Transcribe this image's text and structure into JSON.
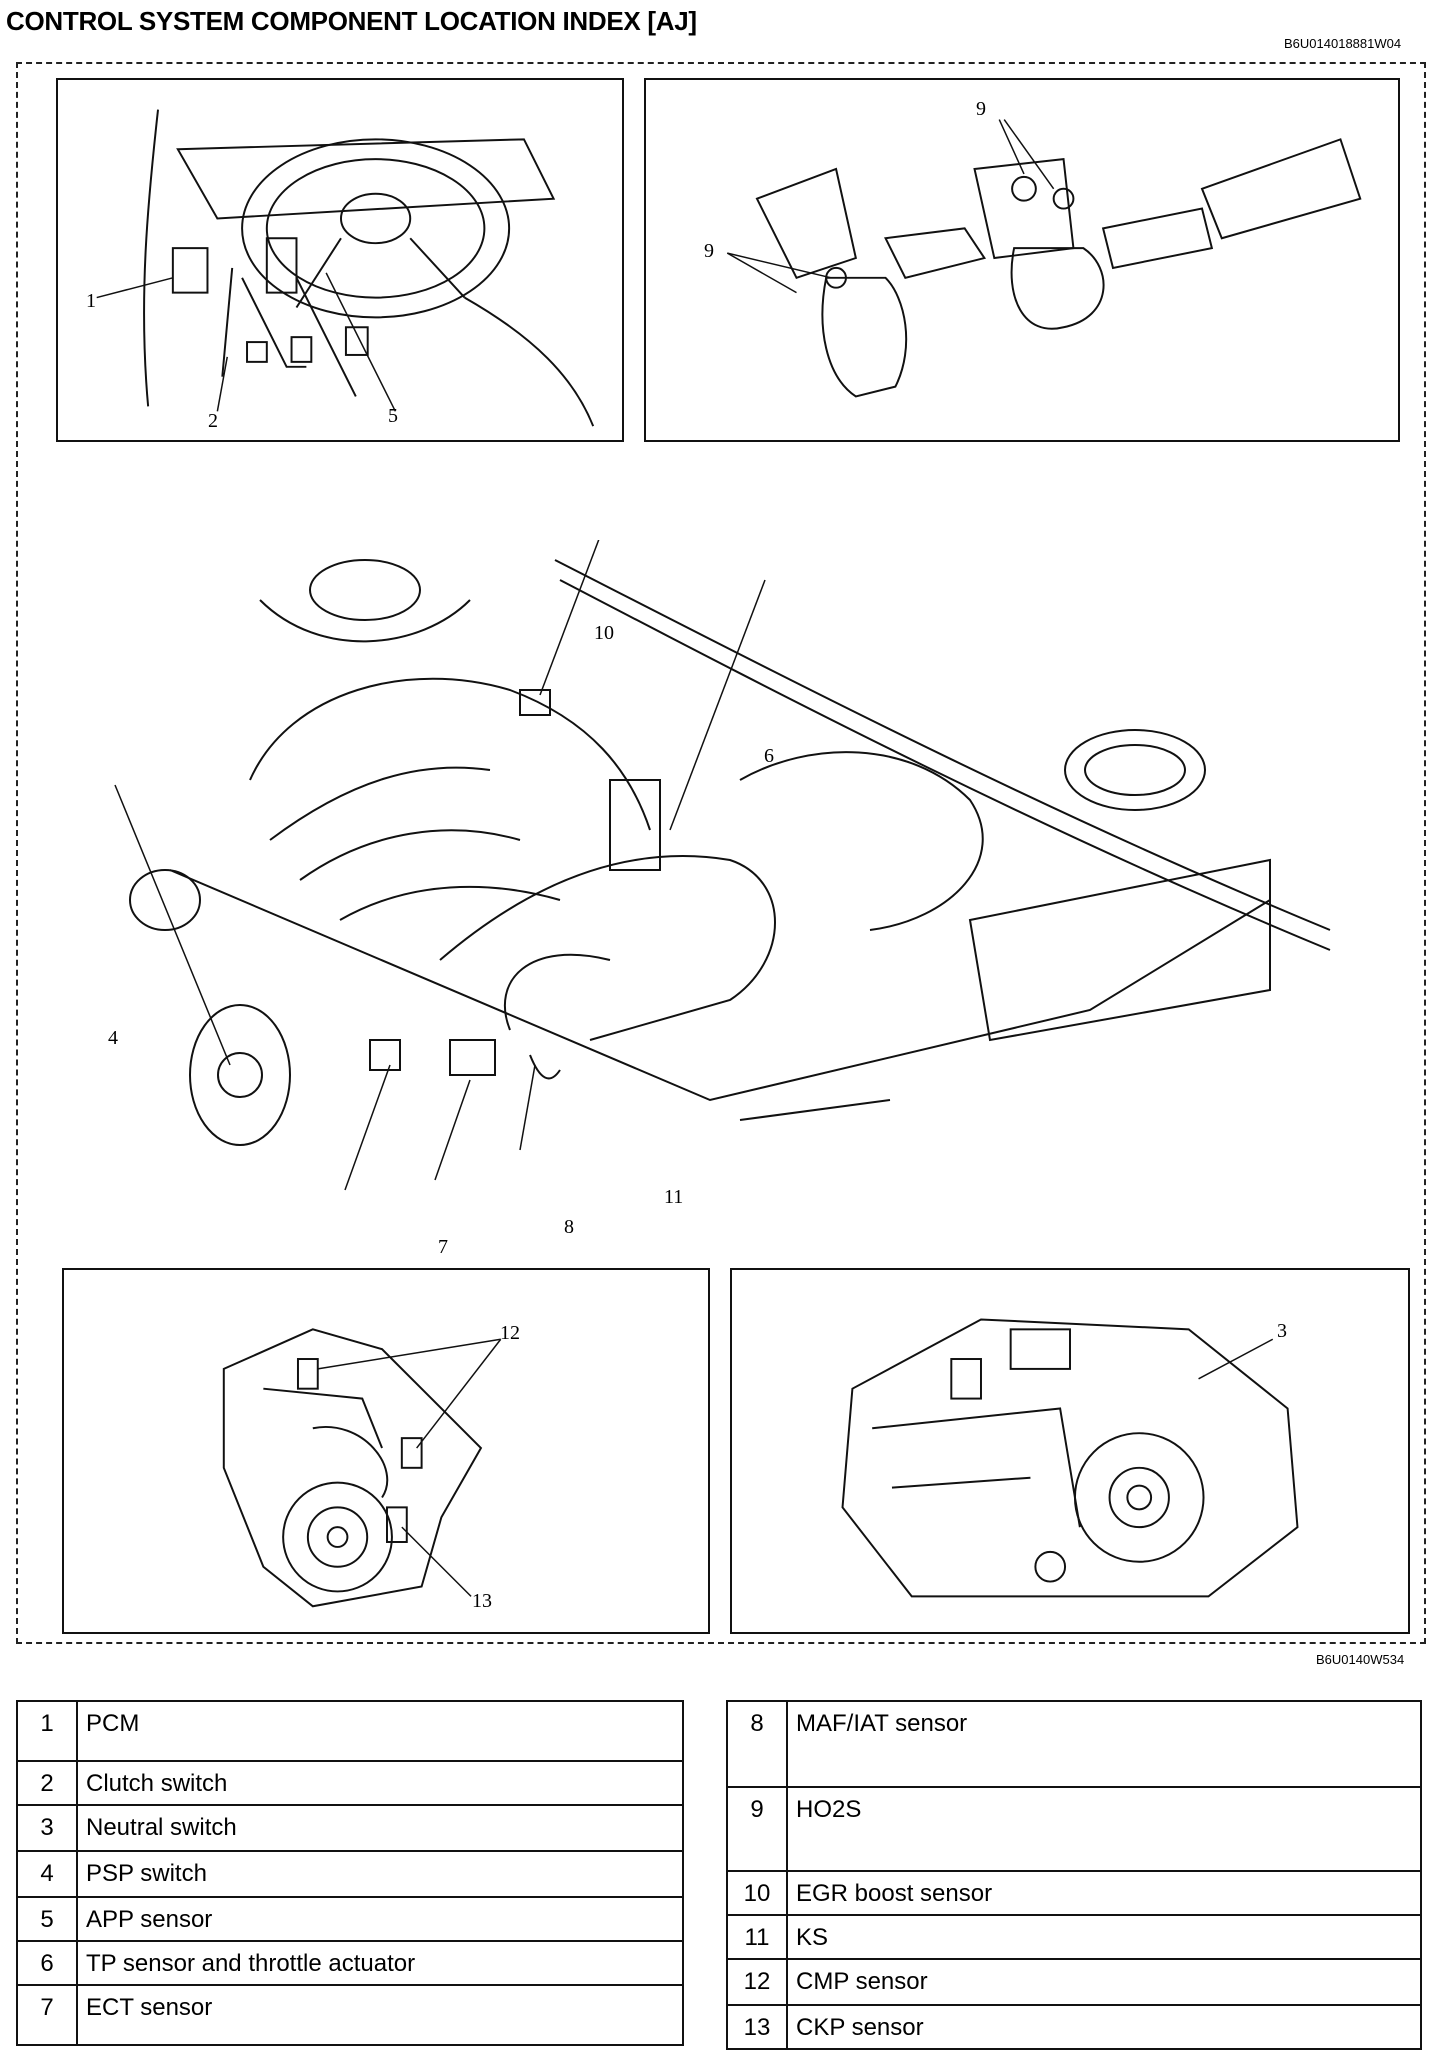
{
  "header": {
    "title": "CONTROL SYSTEM COMPONENT LOCATION INDEX [AJ]",
    "doc_code": "B6U014018881W04"
  },
  "figure": {
    "figure_code": "B6U0140W534",
    "callouts": {
      "c1": "1",
      "c2": "2",
      "c3": "3",
      "c4": "4",
      "c5": "5",
      "c6": "6",
      "c7": "7",
      "c8": "8",
      "c9a": "9",
      "c9b": "9",
      "c10": "10",
      "c11": "11",
      "c12": "12",
      "c13": "13"
    }
  },
  "index_table_left": [
    {
      "num": "1",
      "name": "PCM"
    },
    {
      "num": "2",
      "name": "Clutch switch"
    },
    {
      "num": "3",
      "name": "Neutral switch"
    },
    {
      "num": "4",
      "name": "PSP switch"
    },
    {
      "num": "5",
      "name": "APP sensor"
    },
    {
      "num": "6",
      "name": "TP sensor and throttle actuator"
    },
    {
      "num": "7",
      "name": "ECT sensor"
    }
  ],
  "index_table_right": [
    {
      "num": "8",
      "name": "MAF/IAT sensor"
    },
    {
      "num": "9",
      "name": "HO2S"
    },
    {
      "num": "10",
      "name": "EGR boost sensor"
    },
    {
      "num": "11",
      "name": "KS"
    },
    {
      "num": "12",
      "name": "CMP sensor"
    },
    {
      "num": "13",
      "name": "CKP sensor"
    }
  ]
}
